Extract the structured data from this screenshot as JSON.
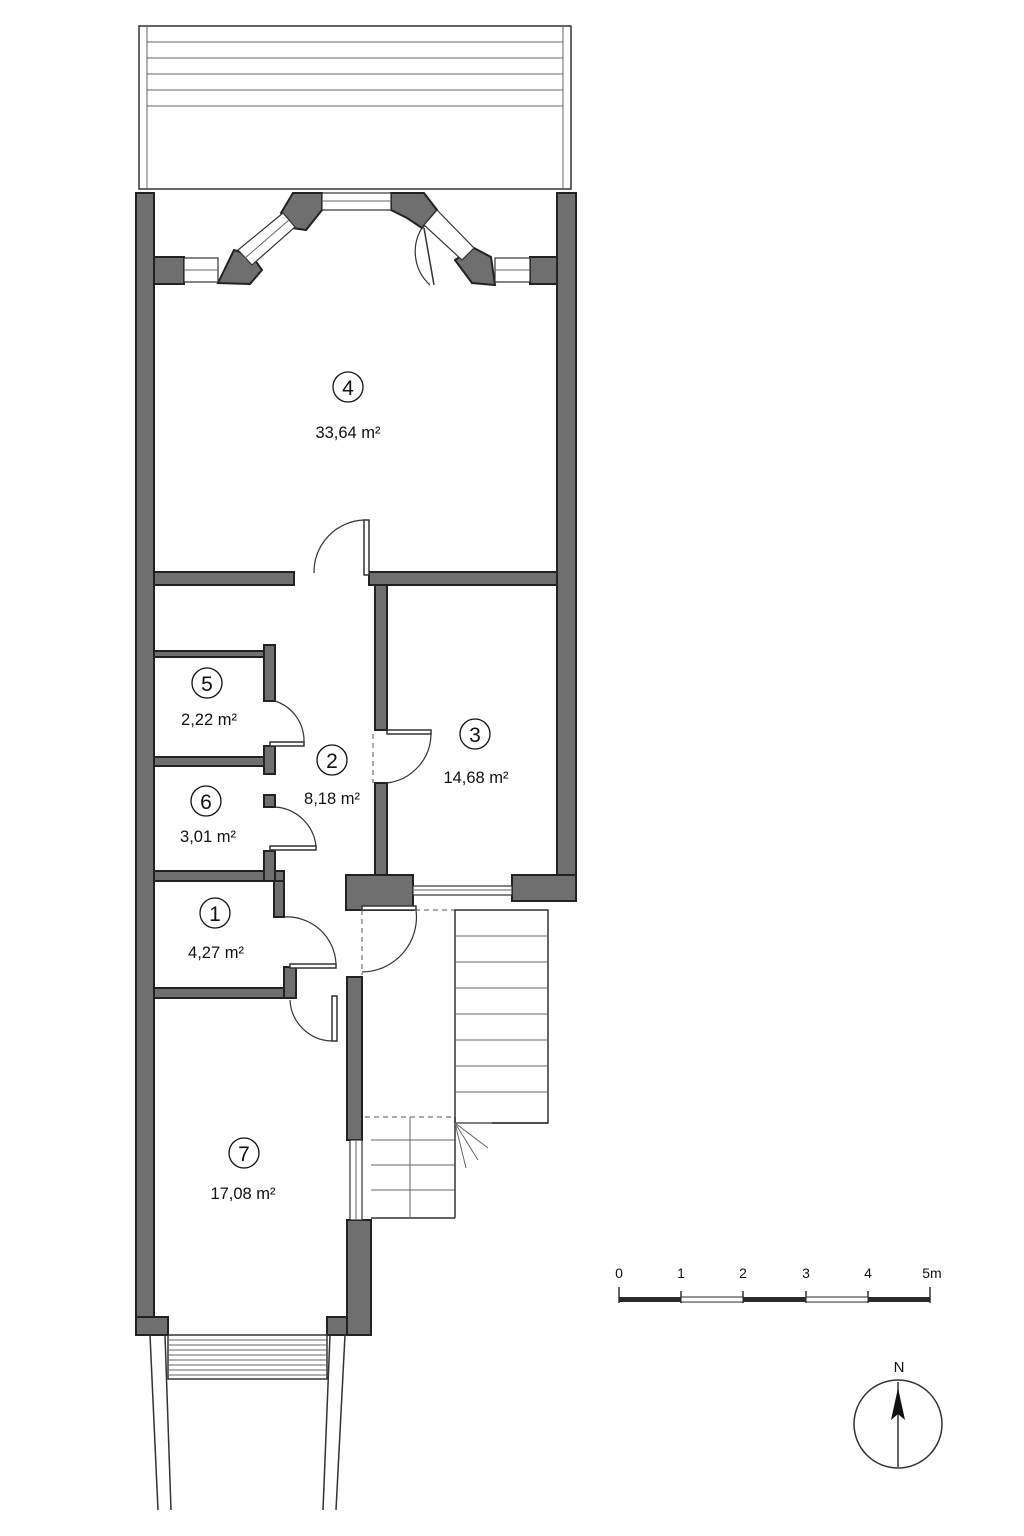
{
  "rooms": [
    {
      "number": "4",
      "area": "33,64 m²"
    },
    {
      "number": "3",
      "area": "14,68 m²"
    },
    {
      "number": "5",
      "area": "2,22 m²"
    },
    {
      "number": "2",
      "area": "8,18 m²"
    },
    {
      "number": "6",
      "area": "3,01 m²"
    },
    {
      "number": "1",
      "area": "4,27 m²"
    },
    {
      "number": "7",
      "area": "17,08 m²"
    }
  ],
  "scale_bar": {
    "labels": [
      "0",
      "1",
      "2",
      "3",
      "4",
      "5m"
    ]
  },
  "north_arrow": {
    "label": "N"
  },
  "colors": {
    "wall_fill": "#6f6f70",
    "line": "#333333",
    "background": "#ffffff"
  }
}
